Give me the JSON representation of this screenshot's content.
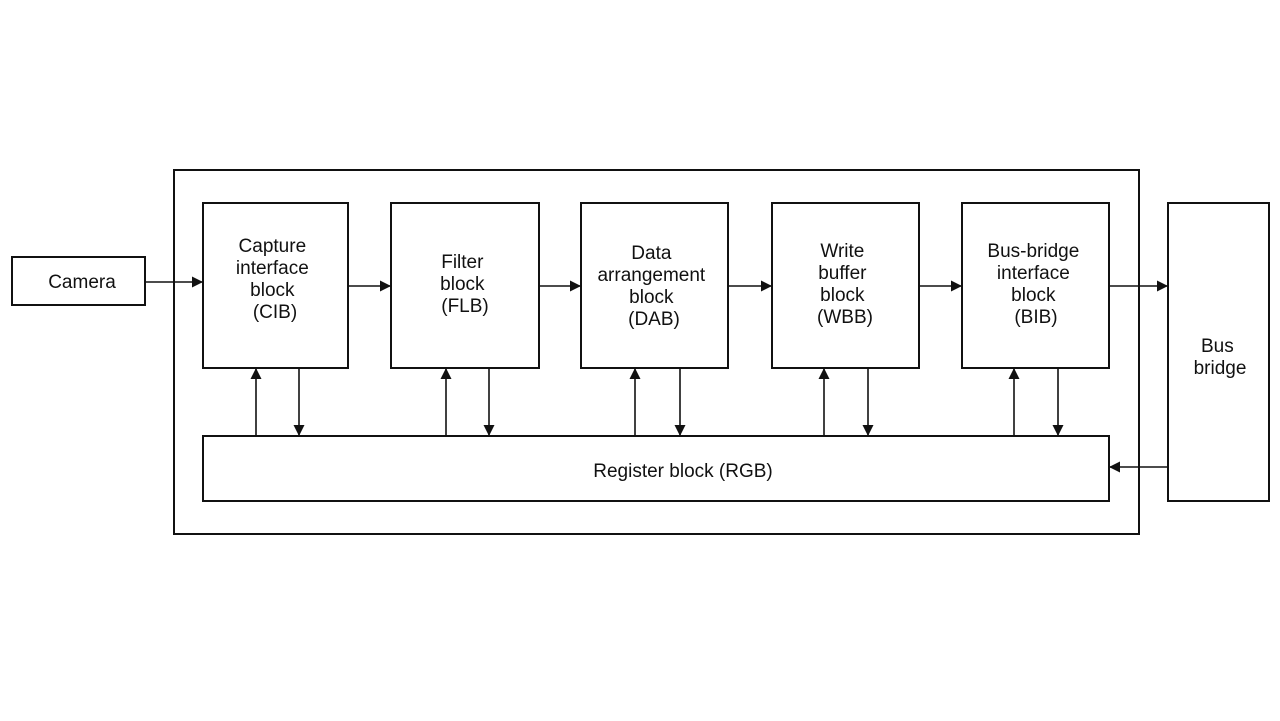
{
  "diagram": {
    "camera": {
      "label": "Camera"
    },
    "pipeline": [
      {
        "lines": [
          "Capture",
          "interface",
          "block",
          "(CIB)"
        ]
      },
      {
        "lines": [
          "Filter",
          "block",
          "(FLB)"
        ]
      },
      {
        "lines": [
          "Data",
          "arrangement",
          "block",
          "(DAB)"
        ]
      },
      {
        "lines": [
          "Write",
          "buffer",
          "block",
          "(WBB)"
        ]
      },
      {
        "lines": [
          "Bus-bridge",
          "interface",
          "block",
          "(BIB)"
        ]
      }
    ],
    "register": {
      "label": "Register block (RGB)"
    },
    "bus_bridge": {
      "lines": [
        "Bus",
        "bridge"
      ]
    }
  }
}
